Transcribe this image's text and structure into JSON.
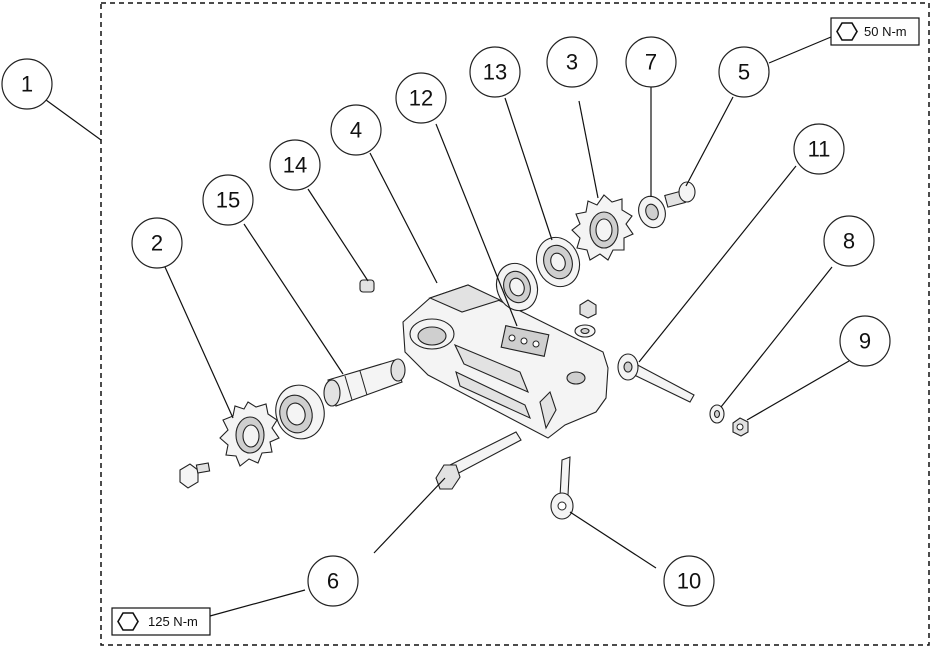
{
  "callouts": {
    "c1": "1",
    "c2": "2",
    "c3": "3",
    "c4": "4",
    "c5": "5",
    "c6": "6",
    "c7": "7",
    "c8": "8",
    "c9": "9",
    "c10": "10",
    "c11": "11",
    "c12": "12",
    "c13": "13",
    "c14": "14",
    "c15": "15"
  },
  "torque_labels": {
    "top": "50 N-m",
    "bottom": "125 N-m"
  },
  "icons": {
    "torque": "hex-wrench-icon"
  }
}
